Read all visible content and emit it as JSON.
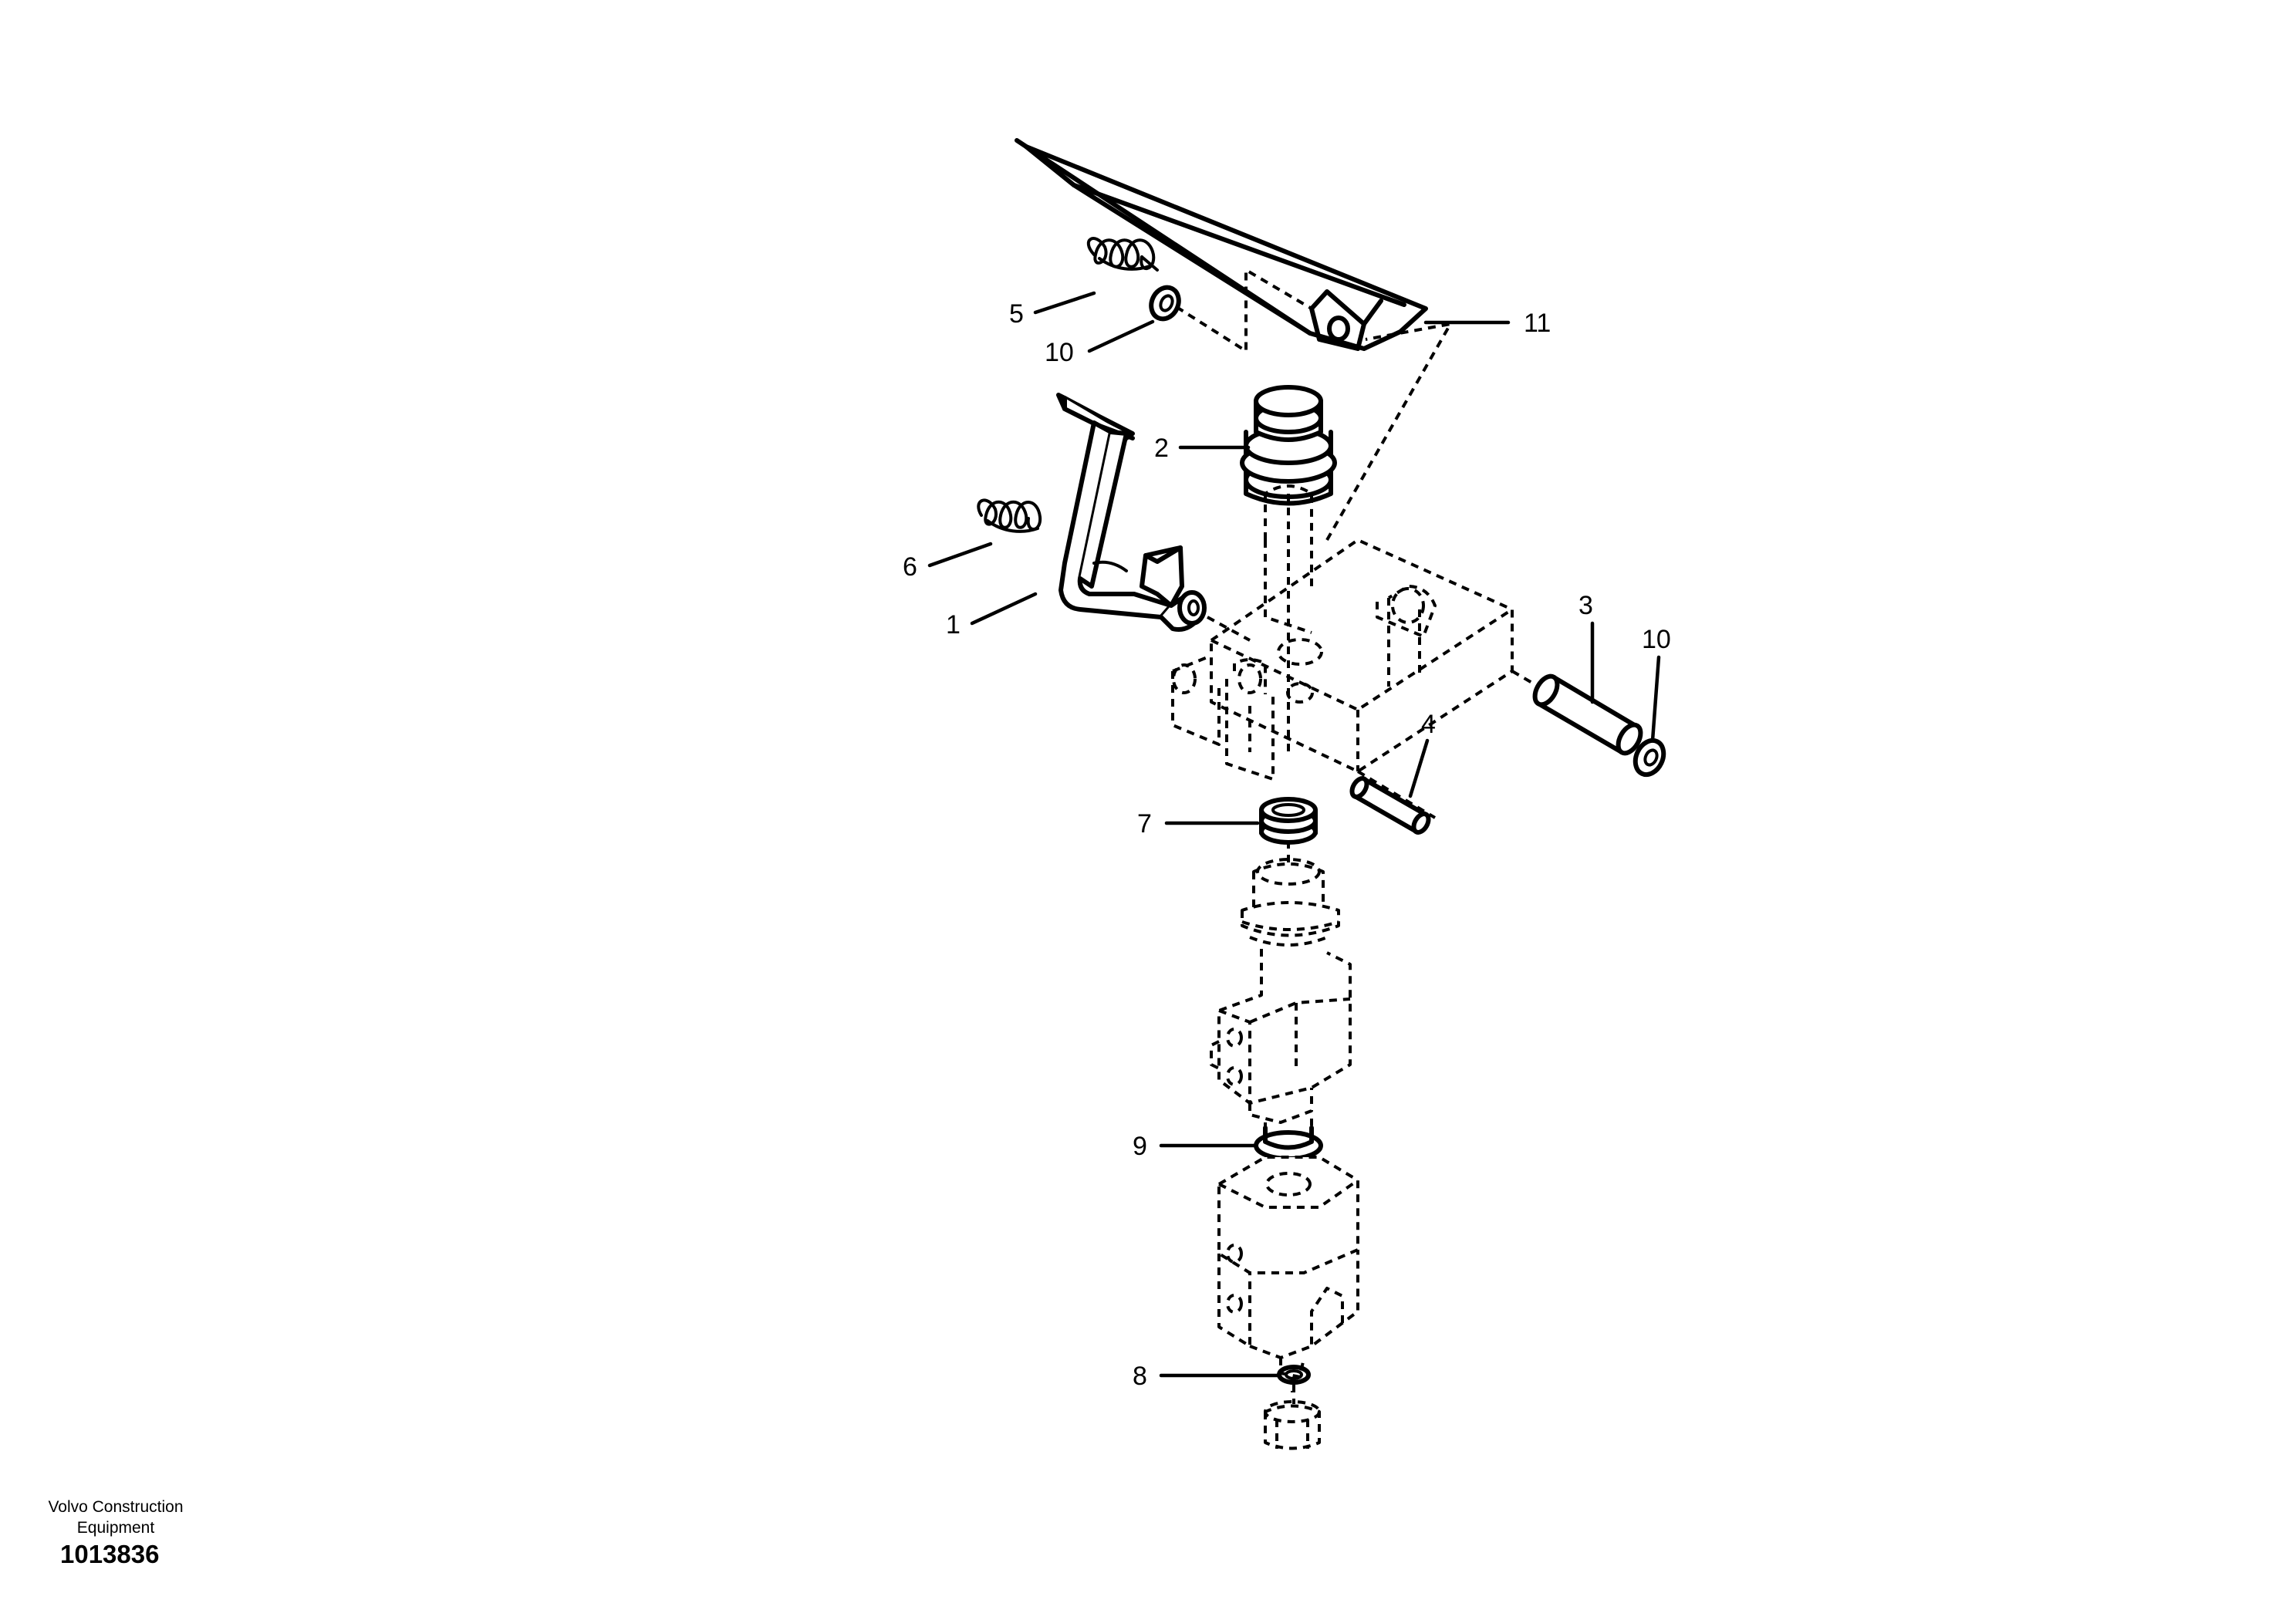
{
  "diagram": {
    "callouts": {
      "c1": "1",
      "c2": "2",
      "c3": "3",
      "c4": "4",
      "c5": "5",
      "c6": "6",
      "c7": "7",
      "c8": "8",
      "c9": "9",
      "c10a": "10",
      "c10b": "10",
      "c11": "11"
    }
  },
  "footer": {
    "company_line1": "Volvo Construction",
    "company_line2": "Equipment",
    "document_number": "1013836"
  }
}
